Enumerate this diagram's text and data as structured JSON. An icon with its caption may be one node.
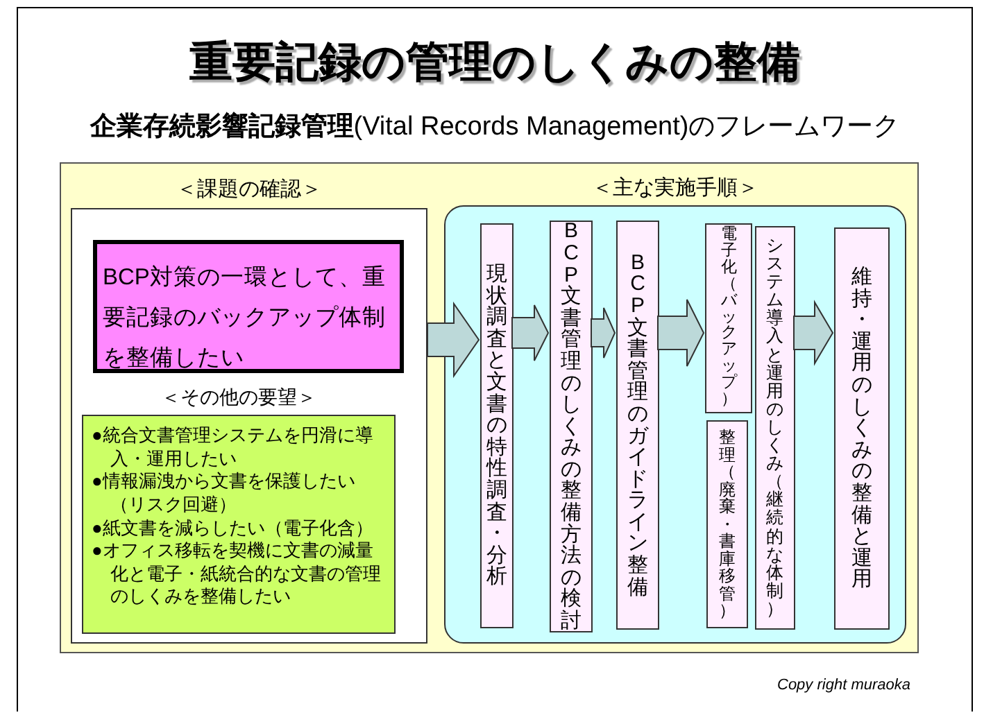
{
  "diagram": {
    "title": "重要記録の管理のしくみの整備",
    "nodes": [
      {
        "text": [
          "＜課題の確認＞"
        ]
      },
      {
        "text": [
          "BCP対策の一環として、重要記録のバックアップ体制を整備したい"
        ],
        "in": 0
      },
      {
        "text": [
          "＜その他の要望＞",
          "●統合文書管理システムを円滑に導入・運用したい",
          "●情報漏洩から文書を保護したい（リスク回避）",
          "●紙文書を減らしたい（電子化含）",
          "●オフィス移転を契機に文書の減量化と電子・紙統合的な文書の管理のしくみを整備したい"
        ],
        "in": 0
      },
      {
        "text": [
          "＜主な実施手順＞"
        ]
      },
      {
        "text": [
          "現状調査と文書の特性調査・分析"
        ],
        "in": 3
      },
      {
        "text": [
          "BCP文書管理のしくみの整備方法の検討"
        ],
        "in": 3
      },
      {
        "text": [
          "BCP文書管理のガイドライン整備"
        ],
        "in": 3
      },
      {
        "text": [
          "電子化（バックアップ）"
        ],
        "in": 3
      },
      {
        "text": [
          "整理（廃棄・書庫移管）"
        ],
        "in": 3
      },
      {
        "text": [
          "システム導入と運用のしくみ（継続的な体制）"
        ],
        "in": 3
      },
      {
        "text": [
          "維持・運用のしくみの整備と運用"
        ],
        "in": 3
      }
    ],
    "edges": [
      {
        "from": 0,
        "to": 4,
        "arrow": "to"
      },
      {
        "from": 4,
        "to": 5,
        "arrow": "to"
      },
      {
        "from": 5,
        "to": 6,
        "arrow": "to"
      },
      {
        "from": 6,
        "to": 7,
        "arrow": "to"
      },
      {
        "from": 9,
        "to": 10,
        "arrow": "to"
      }
    ],
    "labels": [
      "**企業存続影響記録管理**(Vital Records Management)のフレームワーク",
      "Copy right muraoka"
    ]
  }
}
